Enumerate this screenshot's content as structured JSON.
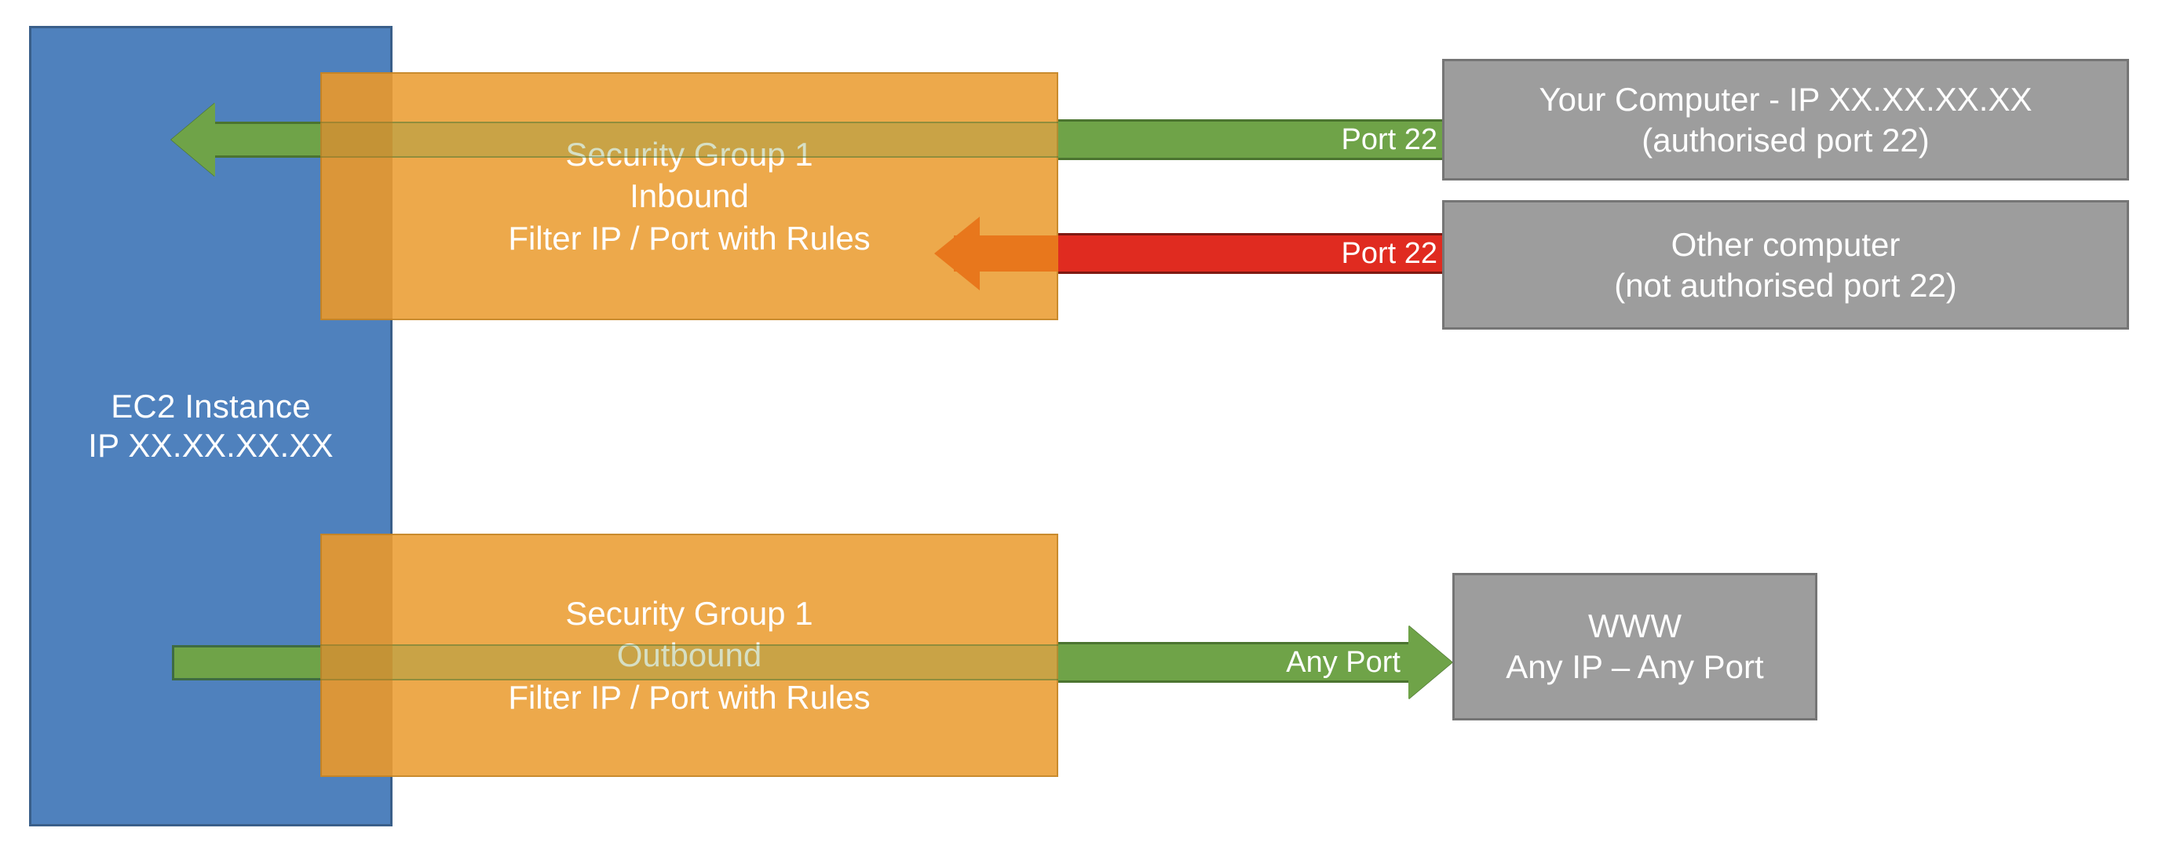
{
  "diagram": {
    "title": "AWS EC2 Security Group inbound / outbound traffic filtering",
    "colors": {
      "ec2_blue": "#4F81BD",
      "security_group_orange": "#EDA94B",
      "endpoint_grey": "#9D9D9D",
      "allowed_green": "#6FA348",
      "blocked_red": "#E02B20",
      "blocked_head_orange": "#E8771C",
      "background": "#FFFFFF"
    }
  },
  "ec2": {
    "label_line1": "EC2 Instance",
    "label_line2": "IP XX.XX.XX.XX"
  },
  "security_groups": [
    {
      "id": "inbound",
      "line1": "Security Group 1",
      "line2": "Inbound",
      "line3": "Filter IP / Port with Rules"
    },
    {
      "id": "outbound",
      "line1": "Security Group 1",
      "line2": "Outbound",
      "line3": "Filter IP / Port with Rules"
    }
  ],
  "endpoints": [
    {
      "id": "your-computer",
      "line1": "Your Computer - IP XX.XX.XX.XX",
      "line2": "(authorised port 22)"
    },
    {
      "id": "other-computer",
      "line1": "Other computer",
      "line2": "(not authorised port 22)"
    },
    {
      "id": "www",
      "line1": "WWW",
      "line2": "Any IP – Any Port"
    }
  ],
  "connections": [
    {
      "id": "allowed-inbound",
      "label": "Port 22",
      "status": "allowed",
      "color": "#6FA348",
      "direction": "right-to-left"
    },
    {
      "id": "blocked-inbound",
      "label": "Port 22",
      "status": "blocked",
      "color": "#E02B20",
      "direction": "right-to-left"
    },
    {
      "id": "allowed-outbound",
      "label": "Any Port",
      "status": "allowed",
      "color": "#6FA348",
      "direction": "left-to-right"
    }
  ]
}
